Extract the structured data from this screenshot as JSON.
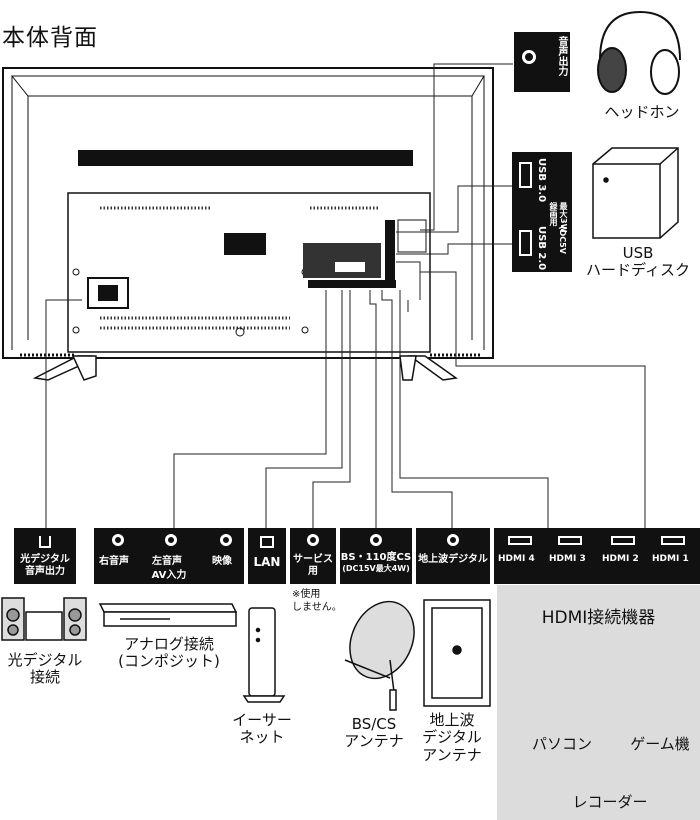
{
  "title": "本体背面",
  "side_panel": {
    "audio_out": "音声出力",
    "usb3": "USB 3.0",
    "usb2": "USB 2.0",
    "usb_power_line1": "録画用",
    "usb_power_line2": "最大3W",
    "usb_power_line3": "(DC5V"
  },
  "devices": {
    "headphones": "ヘッドホン",
    "usb_hdd_line1": "USB",
    "usb_hdd_line2": "ハードディスク",
    "optical_line1": "光デジタル",
    "optical_line2": "接続",
    "analog_line1": "アナログ接続",
    "analog_line2": "(コンポジット)",
    "ethernet_line1": "イーサー",
    "ethernet_line2": "ネット",
    "bscs_line1": "BS/CS",
    "bscs_line2": "アンテナ",
    "terrestrial_line1": "地上波",
    "terrestrial_line2": "デジタル",
    "terrestrial_line3": "アンテナ",
    "pc": "パソコン",
    "game": "ゲーム機",
    "recorder": "レコーダー"
  },
  "ports": {
    "optical_line1": "光デジタル",
    "optical_line2": "音声出力",
    "right_audio": "右音声",
    "left_audio": "左音声",
    "video": "映像",
    "av_input": "AV入力",
    "lan": "LAN",
    "service": "サービス用",
    "service_note_line1": "※使用",
    "service_note_line2": "しません。",
    "bs_line1": "BS・110度CS",
    "bs_line2": "(DC15V最大4W)",
    "terrestrial": "地上波デジタル",
    "hdmi4": "HDMI 4",
    "hdmi3": "HDMI 3",
    "hdmi2": "HDMI 2",
    "hdmi1": "HDMI 1"
  },
  "hdmi_panel_title": "HDMI接続機器",
  "colors": {
    "bar": "#111111",
    "panel": "#dcdcdc",
    "line": "#222222"
  }
}
